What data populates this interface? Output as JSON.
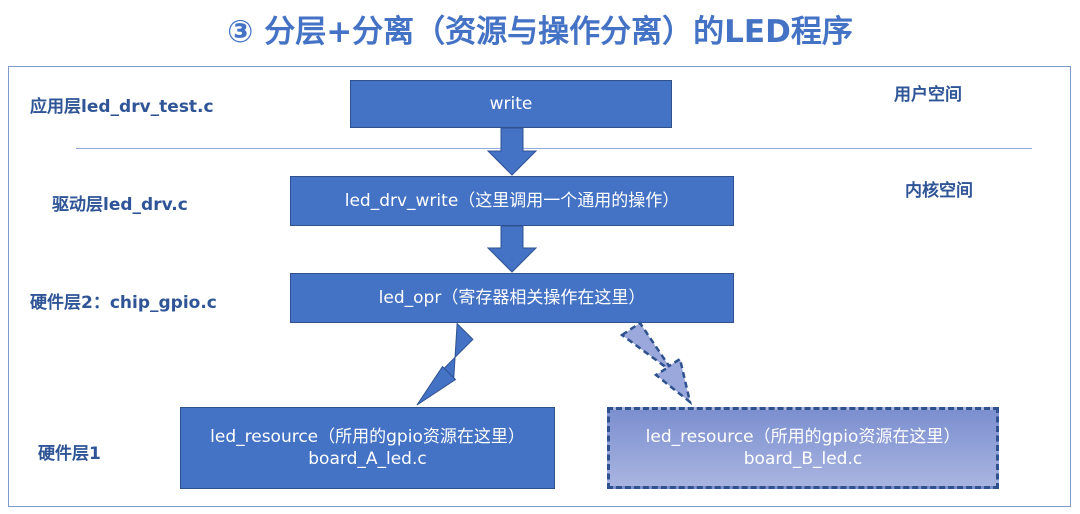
{
  "title": "③ 分层+分离（资源与操作分离）的LED程序",
  "layers": {
    "app": "应用层led_drv_test.c",
    "driver": "驱动层led_drv.c",
    "hw2": "硬件层2：chip_gpio.c",
    "hw1": "硬件层1"
  },
  "spaces": {
    "user": "用户空间",
    "kernel": "内核空间"
  },
  "boxes": {
    "write": "write",
    "led_drv_write": "led_drv_write（这里调用一个通用的操作）",
    "led_opr": "led_opr（寄存器相关操作在这里）",
    "resource_a": {
      "line1": "led_resource（所用的gpio资源在这里）",
      "line2": "board_A_led.c"
    },
    "resource_b": {
      "line1": "led_resource（所用的gpio资源在这里）",
      "line2": "board_B_led.c"
    }
  },
  "colors": {
    "accent": "#4472C4",
    "label": "#2F5597",
    "border": "#2F528F"
  }
}
